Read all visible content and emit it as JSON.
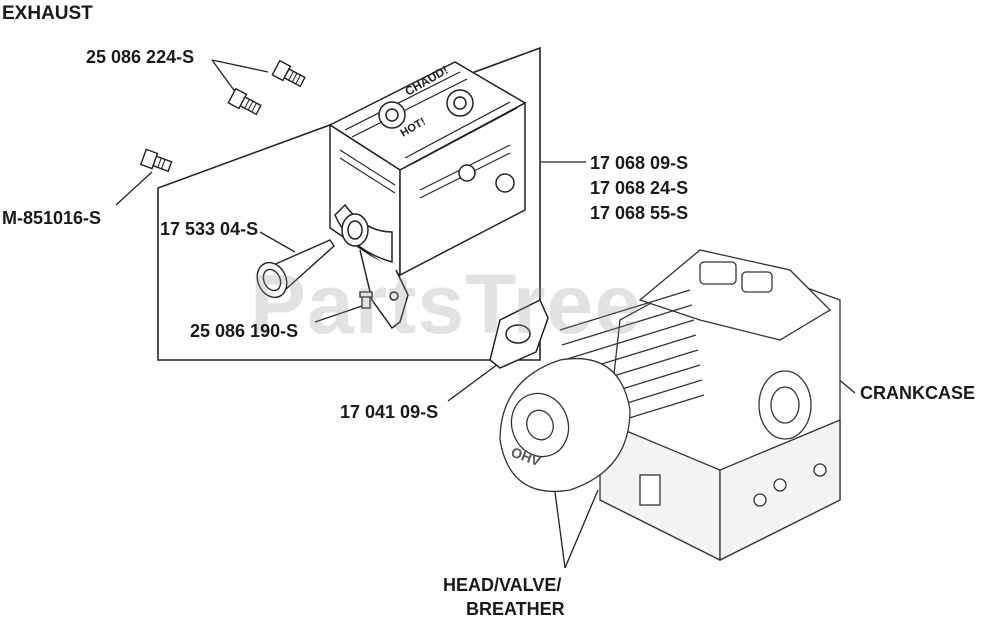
{
  "title": "EXHAUST",
  "watermark": "PartsTree",
  "callouts": {
    "bolt_pair": "25 086 224-S",
    "bolt_single": "M-851016-S",
    "muffler_1": "17 068 09-S",
    "muffler_2": "17 068 24-S",
    "muffler_3": "17 068 55-S",
    "deflector": "17 533 04-S",
    "screw": "25 086 190-S",
    "gasket": "17 041 09-S",
    "crankcase": "CRANKCASE",
    "head_line1": "HEAD/VALVE/",
    "head_line2": "BREATHER"
  },
  "heat_shield_text": {
    "top": "CHAUD!",
    "bottom": "HOT!"
  },
  "engine_label": "OHV"
}
